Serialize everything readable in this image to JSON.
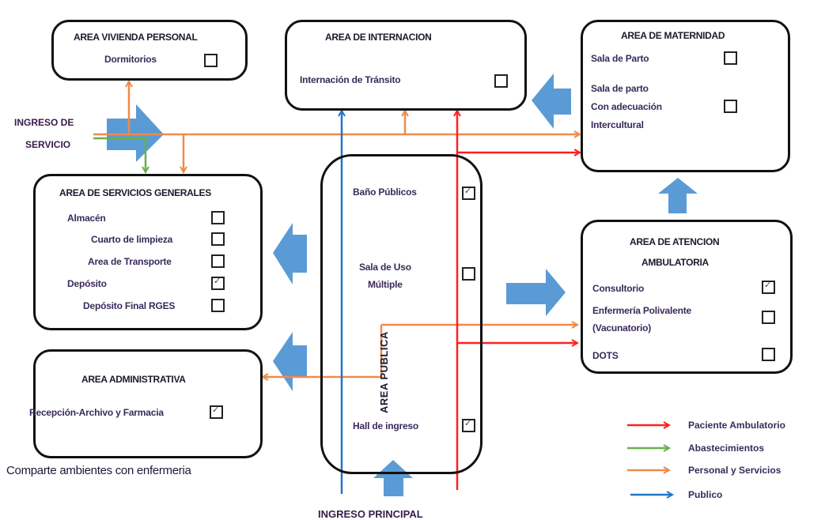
{
  "colors": {
    "paciente": "#ff2020",
    "abastecimientos": "#6ab04c",
    "personal": "#f08a4b",
    "publico": "#1f77c8",
    "block_arrow": "#5b9bd5"
  },
  "areas": {
    "vivienda": {
      "title": "AREA VIVIENDA PERSONAL",
      "items": [
        {
          "label": "Dormitorios",
          "checked": false
        }
      ]
    },
    "internacion": {
      "title": "AREA DE INTERNACION",
      "items": [
        {
          "label": "Internación de Tránsito",
          "checked": false
        }
      ]
    },
    "maternidad": {
      "title": "AREA DE MATERNIDAD",
      "items": [
        {
          "label": "Sala de Parto",
          "checked": false
        },
        {
          "label_lines": [
            "Sala de parto",
            "Con adecuación",
            "Intercultural"
          ],
          "checked": false
        }
      ]
    },
    "servicios": {
      "title": "AREA DE SERVICIOS GENERALES",
      "items": [
        {
          "label": "Almacén",
          "checked": false
        },
        {
          "label": "Cuarto de limpieza",
          "checked": false
        },
        {
          "label": "Area de Transporte",
          "checked": false
        },
        {
          "label": "Depósito",
          "checked": true
        },
        {
          "label": "Depósito Final RGES",
          "checked": false
        }
      ]
    },
    "publica": {
      "title": "AREA PUBLICA",
      "items": [
        {
          "label": "Baño  Públicos",
          "checked": true
        },
        {
          "label_lines": [
            "Sala de Uso",
            "Múltiple"
          ],
          "checked": false
        },
        {
          "label": "Hall de ingreso",
          "checked": true
        }
      ]
    },
    "ambulatoria": {
      "title_lines": [
        "AREA DE ATENCION",
        "AMBULATORIA"
      ],
      "items": [
        {
          "label": "Consultorio",
          "checked": true
        },
        {
          "label_lines": [
            "Enfermería Polivalente",
            "(Vacunatorio)"
          ],
          "checked": false
        },
        {
          "label": "DOTS",
          "checked": false
        }
      ]
    },
    "administrativa": {
      "title": "AREA ADMINISTRATIVA",
      "items": [
        {
          "label": "Recepción-Archivo y Farmacia",
          "checked": true
        }
      ]
    }
  },
  "labels": {
    "ingreso_servicio_1": "INGRESO  DE",
    "ingreso_servicio_2": "SERVICIO",
    "note": "Comparte ambientes con enfermeria",
    "ingreso_principal": "INGRESO PRINCIPAL"
  },
  "legend": [
    {
      "key": "paciente",
      "label": "Paciente Ambulatorio"
    },
    {
      "key": "abastecimientos",
      "label": "Abastecimientos"
    },
    {
      "key": "personal",
      "label": "Personal y Servicios"
    },
    {
      "key": "publico",
      "label": "Publico"
    }
  ]
}
